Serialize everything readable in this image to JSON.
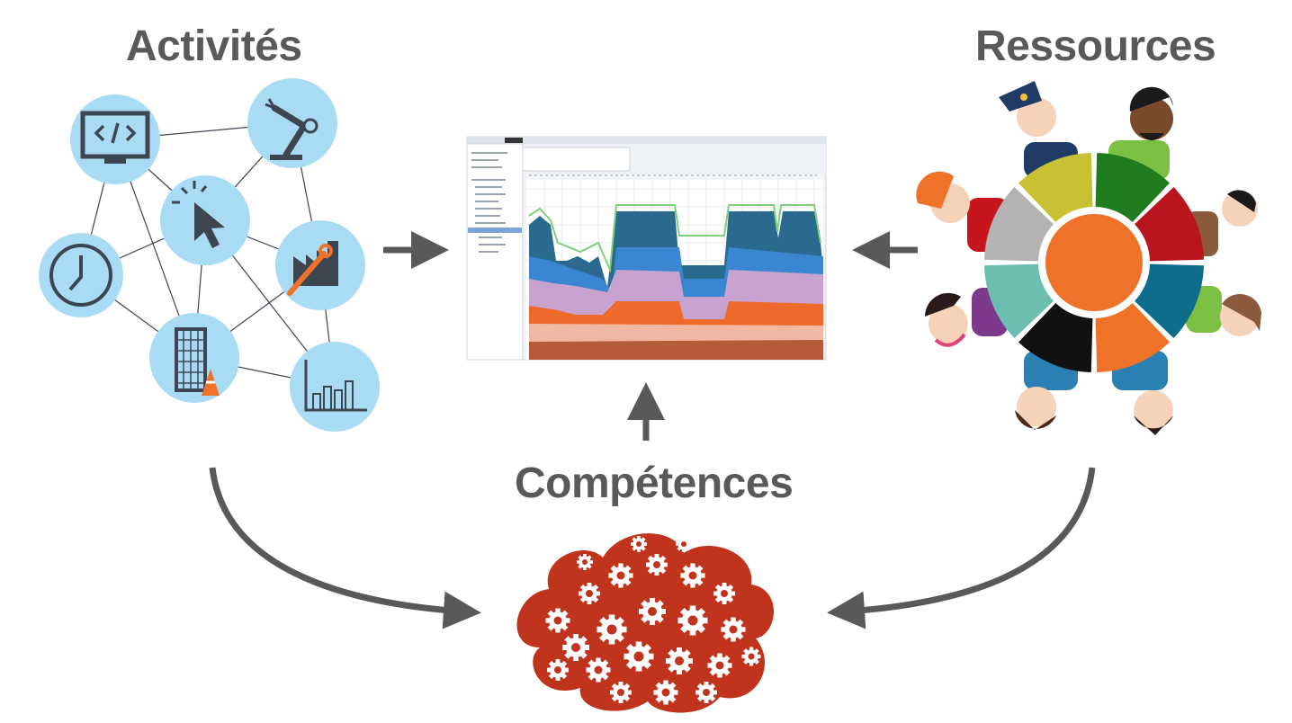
{
  "titles": {
    "activites": "Activités",
    "ressources": "Ressources",
    "competences": "Compétences"
  },
  "colors": {
    "heading": "#595959",
    "arrow": "#595959",
    "icon_circle": "#a9dcf4",
    "icon_stroke": "#3d4650",
    "gear_cloud": "#c0331c",
    "accent_orange": "#f07228"
  },
  "activity_icons": [
    "code-monitor-icon",
    "robot-arm-icon",
    "cursor-click-icon",
    "clock-icon",
    "factory-wrench-icon",
    "building-cone-icon",
    "bar-chart-icon"
  ],
  "resource_segments": [
    "#c7c134",
    "#1f7d1f",
    "#b8151d",
    "#0e6d8c",
    "#f07228",
    "#111111",
    "#6cbfb0",
    "#b3b3b3"
  ]
}
